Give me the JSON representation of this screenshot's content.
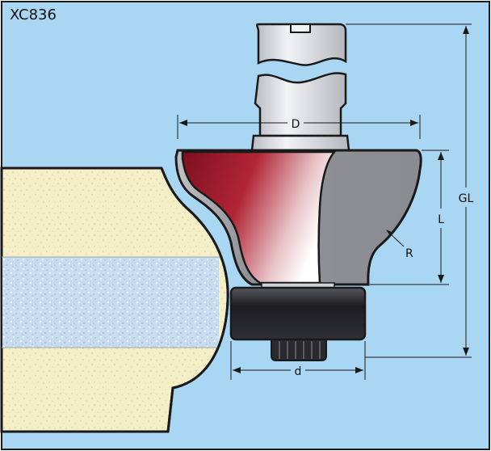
{
  "title": "XC836",
  "dimensions": {
    "diameter": "D",
    "bearing_diameter": "d",
    "overall_length": "GL",
    "cutting_length": "L",
    "radius": "R"
  },
  "colors": {
    "background": "#a9d6f2",
    "frame": "#1a1a1a",
    "cutter_red": "#a3182a",
    "body_grey": "#8c8e93",
    "shank": "#d9dbe0",
    "bearing": "#2a2a2e",
    "workpiece_cream": "#f5efc8",
    "workpiece_core": "#c5dcef"
  }
}
